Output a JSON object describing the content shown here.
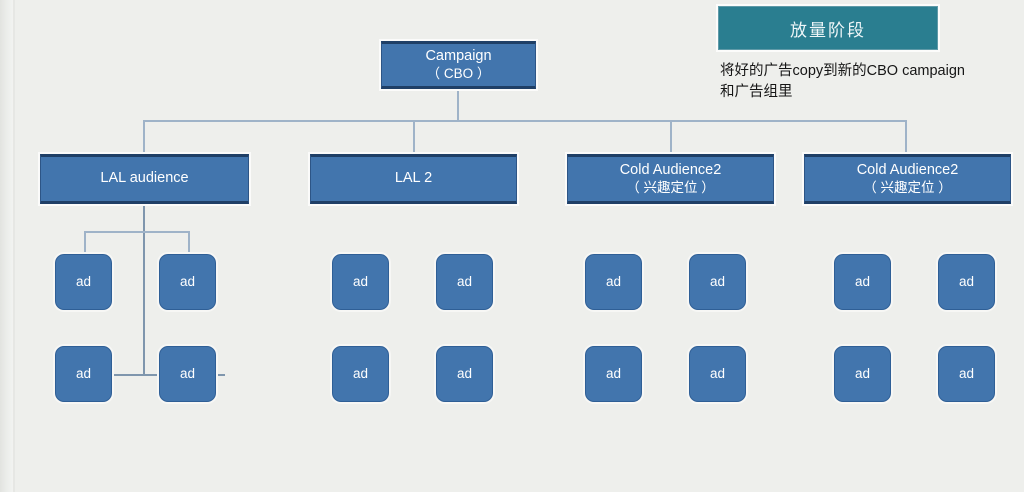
{
  "diagram": {
    "title_box": {
      "label": "放量阶段"
    },
    "note": "将好的广告copy到新的CBO campaign和广告组里",
    "root": {
      "line1": "Campaign",
      "line2": "（ CBO ）"
    },
    "audiences": [
      {
        "line1": "LAL audience",
        "line2": ""
      },
      {
        "line1": "LAL 2",
        "line2": ""
      },
      {
        "line1": "Cold Audience2",
        "line2": "（ 兴趣定位 ）"
      },
      {
        "line1": "Cold Audience2",
        "line2": "（ 兴趣定位 ）"
      }
    ],
    "ad_label": "ad",
    "ads_per_audience": 4,
    "colors": {
      "box_fill": "#4275ad",
      "box_border": "#1f3f66",
      "teal_fill": "#2a7e90",
      "connector": "#9fb3c8",
      "background": "#eeefec",
      "text_light": "#ffffff",
      "text_dark": "#161616"
    }
  }
}
